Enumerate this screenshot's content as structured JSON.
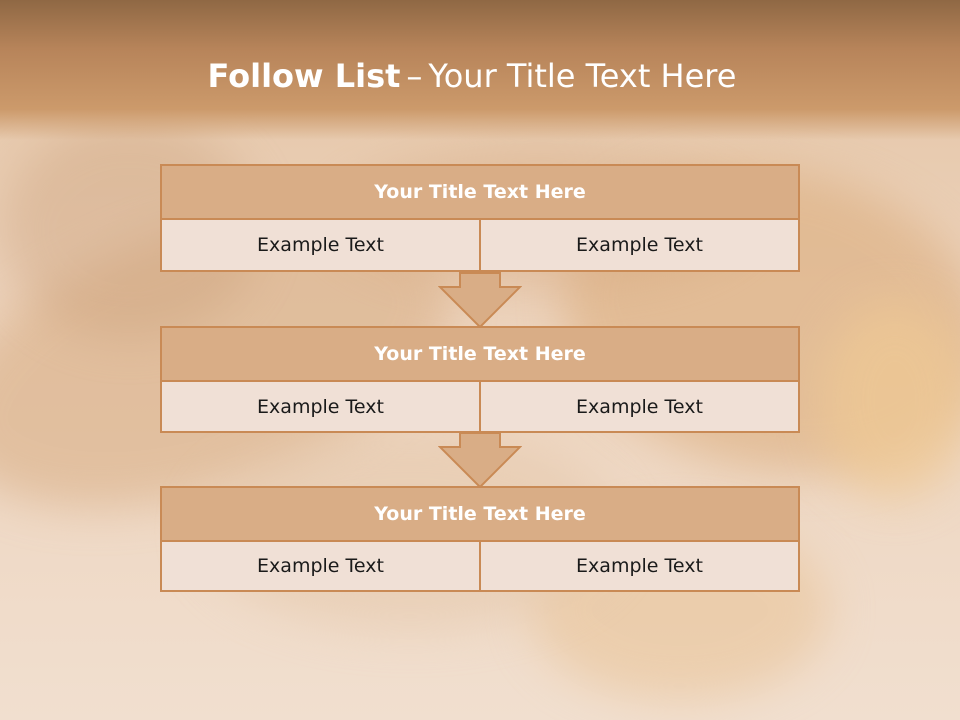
{
  "slide": {
    "title_bold": "Follow List",
    "title_separator": "–",
    "title_rest": "Your Title Text Here"
  },
  "colors": {
    "header_band": "#b7845a",
    "box_fill": "#d9ad86",
    "box_border": "#c98a55",
    "cell_fill": "#f0e0d6",
    "text_dark": "#1a1a1a",
    "text_light": "#ffffff"
  },
  "rows": [
    {
      "title": "Your Title Text Here",
      "cells": [
        "Example Text",
        "Example Text"
      ]
    },
    {
      "title": "Your Title Text Here",
      "cells": [
        "Example Text",
        "Example Text"
      ]
    },
    {
      "title": "Your Title Text Here",
      "cells": [
        "Example Text",
        "Example Text"
      ]
    }
  ],
  "connectors": [
    "down-arrow-icon",
    "down-arrow-icon"
  ]
}
